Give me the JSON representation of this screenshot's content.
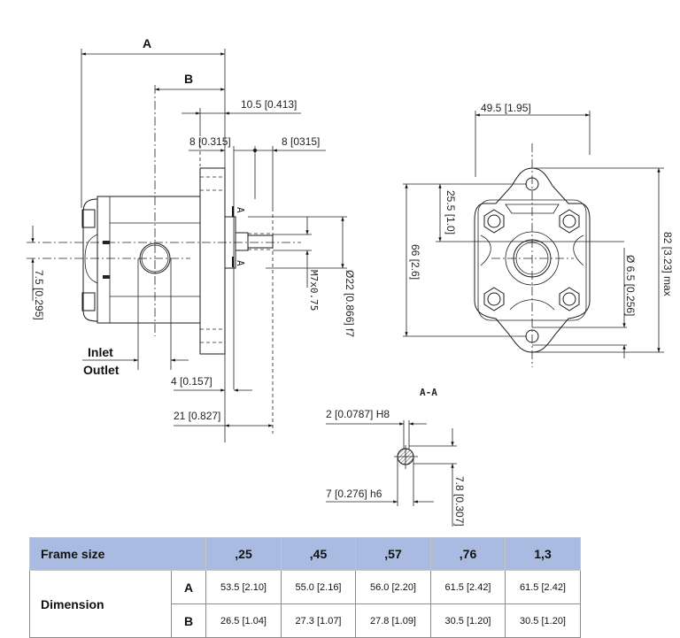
{
  "left_view": {
    "dim_A": "A",
    "dim_B": "B",
    "dim_10_5": "10.5 [0.413]",
    "dim_8a": "8 [0.315]",
    "dim_8b": "8 [0315]",
    "dim_7_5": "7.5 [0.295]",
    "thread": "M7x0.75",
    "dim_22": "Ø22 [0.866] f7",
    "inlet": "Inlet",
    "outlet": "Outlet",
    "dim_4": "4 [0.157]",
    "dim_21": "21 [0.827]",
    "section_mark": "A"
  },
  "front_view": {
    "dim_49_5": "49.5 [1.95]",
    "dim_25_5": "25.5 [1.0]",
    "dim_66": "66 [2.6]",
    "dim_82": "82 [3.23] max",
    "dim_6_5": "Ø 6.5 [0.256]"
  },
  "section": {
    "title": "A-A",
    "dim_2": "2 [0.0787] H8",
    "dim_7": "7 [0.276] h6",
    "dim_7_8": "7.8 [0.307]"
  },
  "table": {
    "header": "Frame size",
    "sizes": [
      ",25",
      ",45",
      ",57",
      ",76",
      "1,3"
    ],
    "row_label": "Dimension",
    "rows": [
      {
        "key": "A",
        "values": [
          "53.5 [2.10]",
          "55.0 [2.16]",
          "56.0 [2.20]",
          "61.5 [2.42]",
          "61.5 [2.42]"
        ]
      },
      {
        "key": "B",
        "values": [
          "26.5 [1.04]",
          "27.3 [1.07]",
          "27.8 [1.09]",
          "30.5 [1.20]",
          "30.5 [1.20]"
        ]
      }
    ],
    "header_color": "#a9bbe0"
  }
}
